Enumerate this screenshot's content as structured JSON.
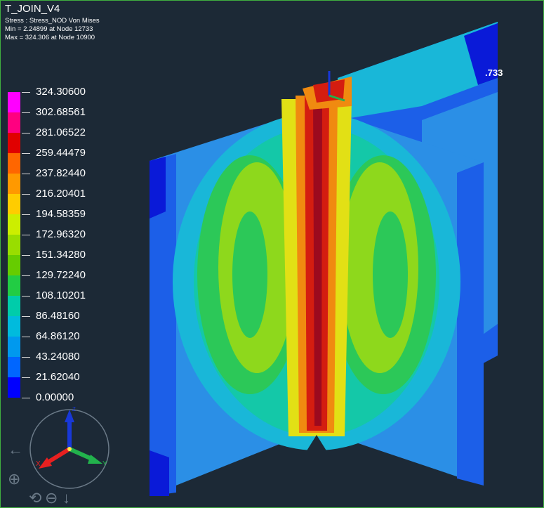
{
  "header": {
    "title": "T_JOIN_V4",
    "result_line": "Stress : Stress_NOD Von Mises",
    "min_line": "Min = 2.24899 at Node 12733",
    "max_line": "Max = 324.306 at Node 10900"
  },
  "legend": {
    "values": [
      "324.30600",
      "302.68561",
      "281.06522",
      "259.44479",
      "237.82440",
      "216.20401",
      "194.58359",
      "172.96320",
      "151.34280",
      "129.72240",
      "108.10201",
      "86.48160",
      "64.86120",
      "43.24080",
      "21.62040",
      "0.00000"
    ],
    "colors": [
      "#ff00ff",
      "#ff0080",
      "#e00000",
      "#ff6600",
      "#ff9900",
      "#ffcc00",
      "#ccee00",
      "#99dd00",
      "#66cc00",
      "#22cc44",
      "#00ccaa",
      "#00bbdd",
      "#0099ee",
      "#0066ff",
      "#0000ff"
    ]
  },
  "model": {
    "marker_label": ".733",
    "colors": {
      "dark_blue": "#0a1ad8",
      "blue": "#1c5fe8",
      "light_blue": "#2b8fe6",
      "cyan": "#19b7d8",
      "teal": "#14c8a8",
      "green": "#2cc858",
      "yellow_green": "#8ed81c",
      "yellow": "#e2e015",
      "orange": "#f08a10",
      "red": "#d41d10",
      "dark_red": "#9c0a1e"
    }
  },
  "triad": {
    "x_label": "X",
    "y_label": "Y",
    "z_label": "Z",
    "x_color": "#e82020",
    "y_color": "#22b24c",
    "z_color": "#1838d8"
  },
  "controls": {
    "left_arrow_icon": "←",
    "zoom_icon": "⊕",
    "rotate_icon": "⟲",
    "fit_icon": "⊖",
    "down_arrow_icon": "↓"
  }
}
